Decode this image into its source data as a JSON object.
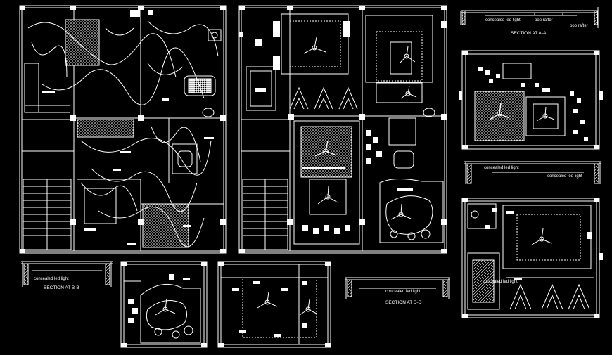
{
  "drawing": {
    "labels": {
      "section_aa": "SECTION AT A-A",
      "section_bb": "SECTION AT B-B",
      "section_dd": "SECTION AT D-D",
      "concealed_led_1": "concealed led light",
      "pop_rafter_1": "pop rafter",
      "pop_rafter_2": "pop rafter",
      "concealed_led_2": "concealed led light",
      "concealed_led_3": "concealed led light",
      "concealed_led_4": "concealed led light",
      "concealed_led_5": "concealed led light",
      "concealed_led_6": "concealed led light"
    },
    "colors": {
      "background": "#000000",
      "lines": "#ffffff"
    }
  }
}
